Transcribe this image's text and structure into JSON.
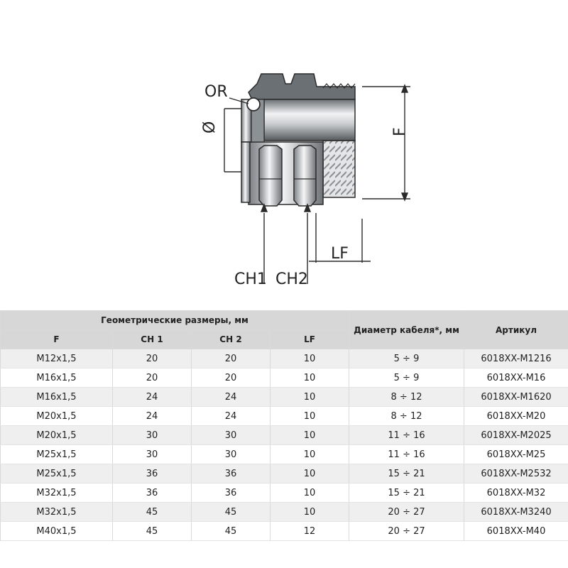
{
  "drawing": {
    "labels": {
      "or": "OR",
      "diameter": "Ø",
      "f": "F",
      "lf": "LF",
      "ch1": "CH1",
      "ch2": "CH2"
    },
    "colors": {
      "metal_dark": "#5a5f63",
      "metal_light": "#e6e8ea",
      "line": "#2b2b2b"
    }
  },
  "table": {
    "group_header": "Геометрические размеры, мм",
    "cable_header": "Диаметр кабеля*, мм",
    "article_header": "Артикул",
    "columns": [
      "F",
      "CH 1",
      "CH 2",
      "LF"
    ],
    "rows": [
      [
        "M12x1,5",
        "20",
        "20",
        "10",
        "5 ÷ 9",
        "6018XX-M1216"
      ],
      [
        "M16x1,5",
        "20",
        "20",
        "10",
        "5 ÷ 9",
        "6018XX-M16"
      ],
      [
        "M16x1,5",
        "24",
        "24",
        "10",
        "8 ÷ 12",
        "6018XX-M1620"
      ],
      [
        "M20x1,5",
        "24",
        "24",
        "10",
        "8 ÷ 12",
        "6018XX-M20"
      ],
      [
        "M20x1,5",
        "30",
        "30",
        "10",
        "11 ÷ 16",
        "6018XX-M2025"
      ],
      [
        "M25x1,5",
        "30",
        "30",
        "10",
        "11 ÷ 16",
        "6018XX-M25"
      ],
      [
        "M25x1,5",
        "36",
        "36",
        "10",
        "15 ÷ 21",
        "6018XX-M2532"
      ],
      [
        "M32x1,5",
        "36",
        "36",
        "10",
        "15 ÷ 21",
        "6018XX-M32"
      ],
      [
        "M32x1,5",
        "45",
        "45",
        "10",
        "20 ÷ 27",
        "6018XX-M3240"
      ],
      [
        "M40x1,5",
        "45",
        "45",
        "12",
        "20 ÷ 27",
        "6018XX-M40"
      ]
    ]
  }
}
